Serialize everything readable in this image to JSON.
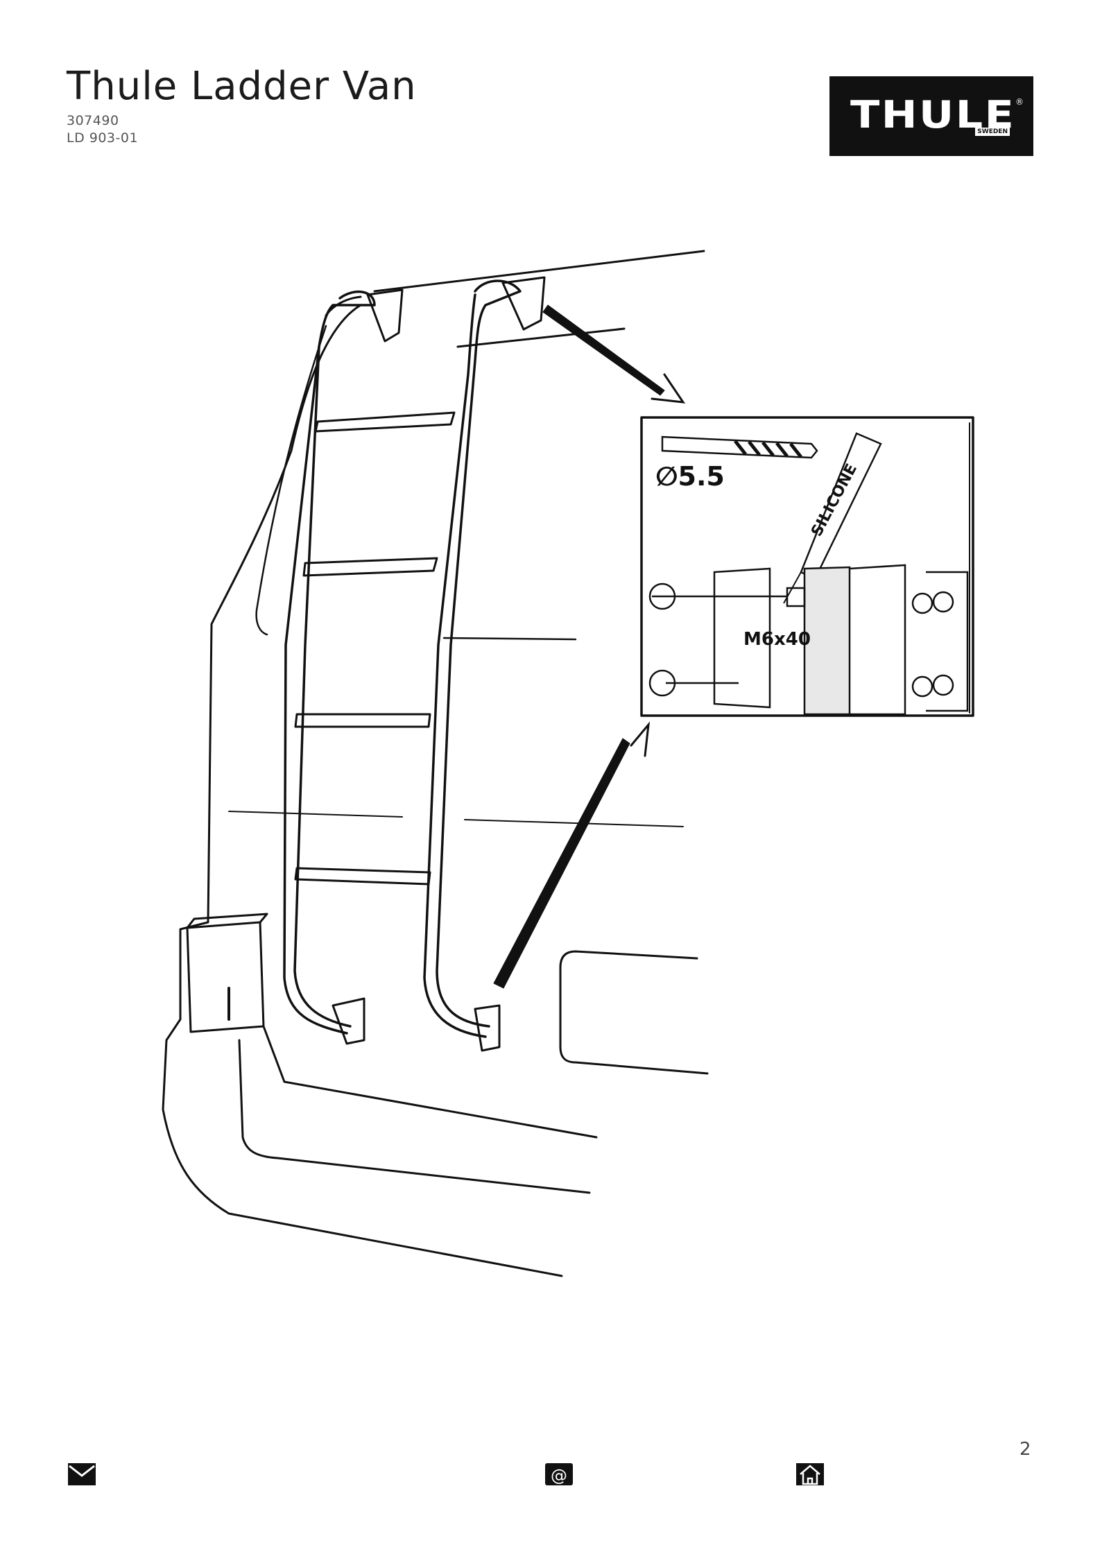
{
  "header": {
    "title": "Thule Ladder Van",
    "article_number": "307490",
    "doc_code": "LD 903-01"
  },
  "logo": {
    "brand": "THULE",
    "sub": "SWEDEN",
    "registered": "®"
  },
  "illustration": {
    "drill_label": "∅5.5",
    "sealant_label": "SILICONE",
    "bolt_label": "M6x40"
  },
  "footer": {
    "page_number": "2",
    "icons": [
      "mail-icon",
      "email-at-icon",
      "home-icon"
    ]
  }
}
